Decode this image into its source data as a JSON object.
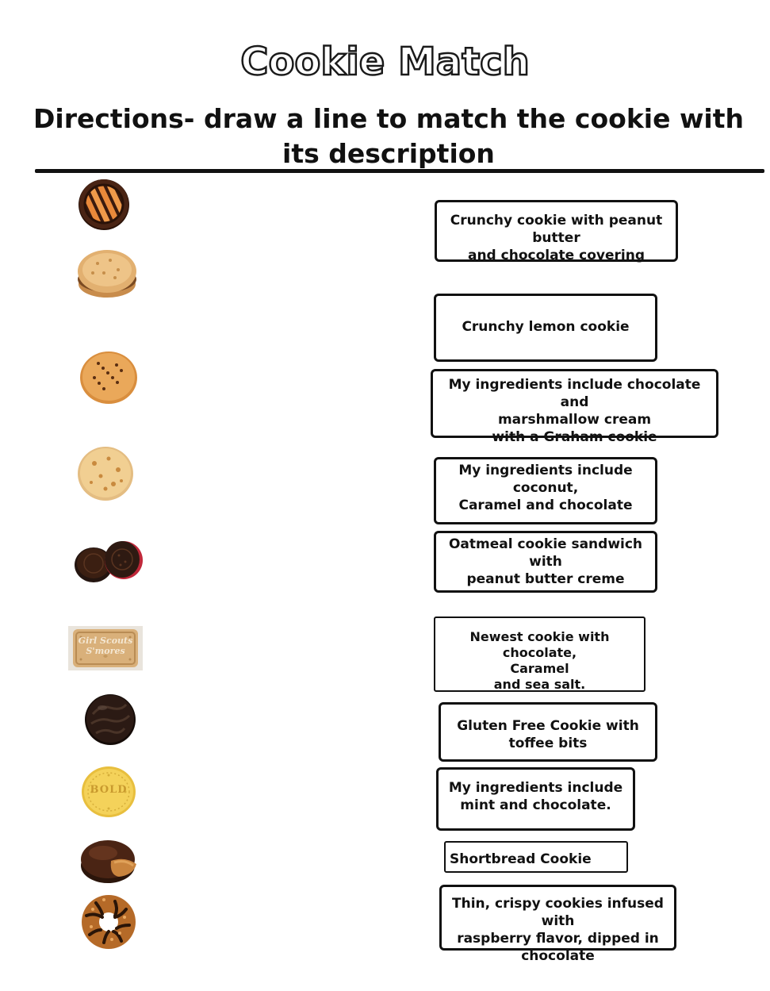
{
  "page": {
    "title": "Cookie Match",
    "directions": "Directions- draw a line to match the cookie with its description"
  },
  "cookies": [
    {
      "icon": "striped-cookie-icon"
    },
    {
      "icon": "sandwich-cookie-icon"
    },
    {
      "icon": "dotted-cookie-icon"
    },
    {
      "icon": "toffee-cookie-icon"
    },
    {
      "icon": "raspberry-chocolate-cookie-icon"
    },
    {
      "icon": "smores-cookie-icon",
      "stamp": "Girl Scouts S'mores"
    },
    {
      "icon": "mint-chocolate-cookie-icon"
    },
    {
      "icon": "shortbread-cookie-icon",
      "stamp": "BOLD"
    },
    {
      "icon": "peanut-butter-patty-icon"
    },
    {
      "icon": "caramel-coconut-cookie-icon"
    }
  ],
  "descriptions": [
    "Crunchy cookie with peanut butter\nand chocolate covering",
    "Crunchy lemon cookie",
    "My ingredients include chocolate and\nmarshmallow cream\nwith a Graham cookie",
    "My ingredients include coconut,\nCaramel and chocolate",
    "Oatmeal cookie sandwich with\npeanut butter creme",
    "Newest cookie with chocolate,\nCaramel\nand sea salt.",
    "Gluten Free Cookie with\ntoffee bits",
    "My ingredients include\nmint and chocolate.",
    "Shortbread Cookie",
    "Thin, crispy cookies infused with\nraspberry flavor, dipped in\nchocolate"
  ],
  "colors": {
    "chocolate": "#3b1f12",
    "dark_chocolate": "#241510",
    "golden": "#e7a85a",
    "orange_stripe": "#e9893a",
    "pale_dough": "#f1cf92",
    "yellow": "#f4d25a",
    "raspberry": "#c0283a",
    "caramel": "#b56a28"
  }
}
